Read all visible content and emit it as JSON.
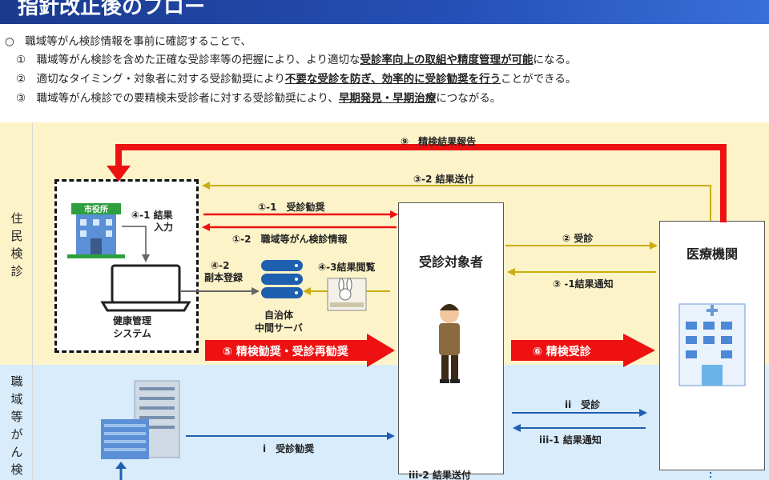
{
  "header": {
    "title": "指針改正後のフロー"
  },
  "summary": {
    "intro": "○　職域等がん検診情報を事前に確認することで、",
    "items": [
      {
        "num": "①",
        "pre": "職域等がん検診を含めた正確な受診率等の把握により、より適切な",
        "em": "受診率向上の取組や精度管理が可能",
        "post": "になる。"
      },
      {
        "num": "②",
        "pre": "適切なタイミング・対象者に対する受診勧奨により",
        "em": "不要な受診を防ぎ、効率的に受診勧奨を行う",
        "post": "ことができる。"
      },
      {
        "num": "③",
        "pre": "職域等がん検診での要精検未受診者に対する受診勧奨により、",
        "em": "早期発見・早期治療",
        "post": "につながる。"
      }
    ]
  },
  "lanes": {
    "resident": "住民検診",
    "workplace": "職域等がん検診"
  },
  "nodes": {
    "city_hall_sign": "市役所",
    "health_system": [
      "健康管理",
      "システム"
    ],
    "server": [
      "自治体",
      "中間サーバ"
    ],
    "examinee": "受診対象者",
    "hospital": "医療機関"
  },
  "flows": {
    "f9": "⑨　精検結果報告",
    "f3_2": "③-2 結果送付",
    "f1_1": "①-1　受診勧奨",
    "f1_2": "①-2　職域等がん検診情報",
    "f4_1": [
      "④-1 結果",
      "入力"
    ],
    "f4_2": [
      "④-2",
      "副本登録"
    ],
    "f4_3": "④-3結果閲覧",
    "f2": "② 受診",
    "f3_1": "③ -1結果通知",
    "f5": "⑤ 精検勧奨・受診再勧奨",
    "f6": "⑥ 精検受診",
    "fii": "ii　受診",
    "fiii_1": "iii-1 結果通知",
    "fi": "i　受診勧奨",
    "fiii_2": "iii-2 結果送付"
  },
  "colors": {
    "red": "#ee1111",
    "gold": "#c9ad0c",
    "blue": "#1f5fb0",
    "gray": "#666666"
  }
}
